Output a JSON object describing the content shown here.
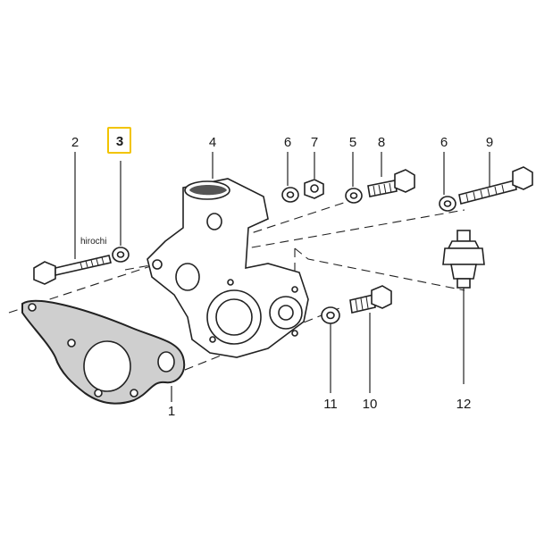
{
  "watermark": "hirochi",
  "highlight_color": "#f2c400",
  "callouts": {
    "p1": "1",
    "p2": "2",
    "p3": "3",
    "p4": "4",
    "p5": "5",
    "p6a": "6",
    "p6b": "6",
    "p7": "7",
    "p8": "8",
    "p9": "9",
    "p10": "10",
    "p11": "11",
    "p12": "12"
  },
  "highlighted_callout": "3"
}
